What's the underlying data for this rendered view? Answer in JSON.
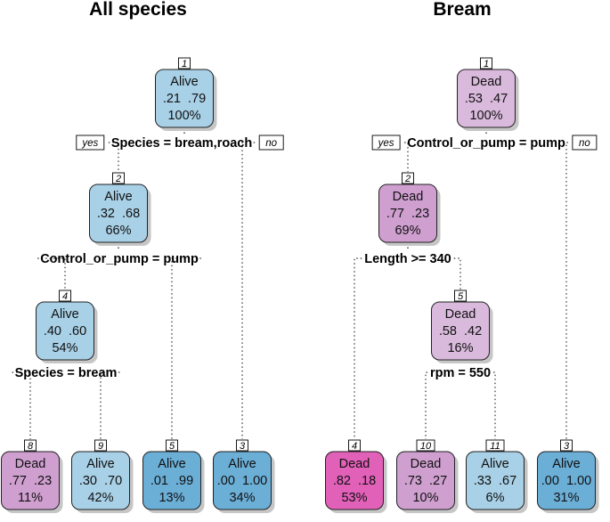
{
  "titles": {
    "left": "All species",
    "right": "Bream"
  },
  "yes_label": "yes",
  "no_label": "no",
  "colors": {
    "blue_light": "#a8d0e6",
    "blue_mid": "#8cc1e0",
    "blue_strong": "#6baed6",
    "pink_light": "#d9b9dc",
    "pink_mid": "#cf9fd0",
    "pink_strong": "#e160b8",
    "shadow": "#c6c6c6"
  },
  "trees": [
    {
      "id": "all-species",
      "nodes": [
        {
          "key": "L1",
          "num": "1",
          "cls": "Alive",
          "probs": ".21  .79",
          "pct": "100%",
          "color": "blue_light"
        },
        {
          "key": "L2",
          "num": "2",
          "cls": "Alive",
          "probs": ".32  .68",
          "pct": "66%",
          "color": "blue_light"
        },
        {
          "key": "L4",
          "num": "4",
          "cls": "Alive",
          "probs": ".40  .60",
          "pct": "54%",
          "color": "blue_light"
        },
        {
          "key": "L8",
          "num": "8",
          "cls": "Dead",
          "probs": ".77  .23",
          "pct": "11%",
          "color": "pink_mid"
        },
        {
          "key": "L9",
          "num": "9",
          "cls": "Alive",
          "probs": ".30  .70",
          "pct": "42%",
          "color": "blue_light"
        },
        {
          "key": "L5",
          "num": "5",
          "cls": "Alive",
          "probs": ".01  .99",
          "pct": "13%",
          "color": "blue_strong"
        },
        {
          "key": "L3",
          "num": "3",
          "cls": "Alive",
          "probs": ".00  1.00",
          "pct": "34%",
          "color": "blue_strong"
        }
      ],
      "splits": [
        {
          "key": "L1",
          "text": "Species = bream,roach",
          "yesno": true
        },
        {
          "key": "L2",
          "text": "Control_or_pump = pump",
          "yesno": false
        },
        {
          "key": "L4",
          "text": "Species = bream",
          "yesno": false
        }
      ]
    },
    {
      "id": "bream",
      "nodes": [
        {
          "key": "R1",
          "num": "1",
          "cls": "Dead",
          "probs": ".53  .47",
          "pct": "100%",
          "color": "pink_light"
        },
        {
          "key": "R2",
          "num": "2",
          "cls": "Dead",
          "probs": ".77  .23",
          "pct": "69%",
          "color": "pink_mid"
        },
        {
          "key": "R5",
          "num": "5",
          "cls": "Dead",
          "probs": ".58  .42",
          "pct": "16%",
          "color": "pink_light"
        },
        {
          "key": "R4",
          "num": "4",
          "cls": "Dead",
          "probs": ".82  .18",
          "pct": "53%",
          "color": "pink_strong"
        },
        {
          "key": "R10",
          "num": "10",
          "cls": "Dead",
          "probs": ".73  .27",
          "pct": "10%",
          "color": "pink_mid"
        },
        {
          "key": "R11",
          "num": "11",
          "cls": "Alive",
          "probs": ".33  .67",
          "pct": "6%",
          "color": "blue_light"
        },
        {
          "key": "R3",
          "num": "3",
          "cls": "Alive",
          "probs": ".00  1.00",
          "pct": "31%",
          "color": "blue_strong"
        }
      ],
      "splits": [
        {
          "key": "R1",
          "text": "Control_or_pump = pump",
          "yesno": true
        },
        {
          "key": "R2",
          "text": "Length >= 340",
          "yesno": false
        },
        {
          "key": "R5",
          "text": "rpm = 550",
          "yesno": false
        }
      ]
    }
  ]
}
